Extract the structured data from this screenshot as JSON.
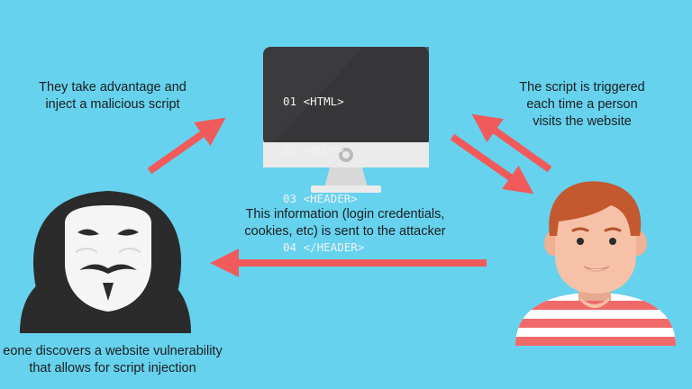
{
  "captions": {
    "step1": "They take advantage and\ninject a malicious script",
    "step2": "The script is triggered\neach time a person\nvisits the website",
    "step3": "This information (login credentials,\ncookies, etc) is sent to the attacker",
    "step0": "eone discovers a website vulnerability\nthat allows for script injection"
  },
  "code_lines": [
    "01 <HTML>",
    "02 <BODY>",
    "03 <HEADER>",
    "04 </HEADER>"
  ],
  "colors": {
    "background": "#66d2ee",
    "arrow": "#f15a5a",
    "monitor_frame": "#ebebeb",
    "monitor_screen": "#3b3b3d",
    "hood": "#2b2b2b",
    "mask": "#f5f5f5",
    "skin": "#f6c1a7",
    "hair": "#c4582e",
    "shirt_stripe": "#f16a6a"
  },
  "icons": [
    "computer-monitor-icon",
    "hacker-icon",
    "user-icon",
    "arrow-icon"
  ]
}
